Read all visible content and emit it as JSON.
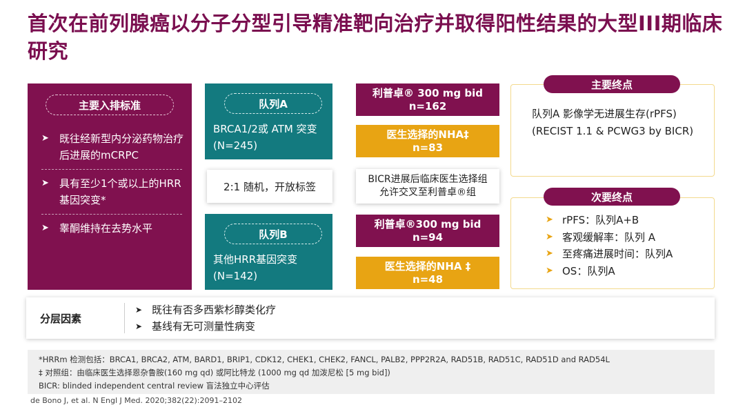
{
  "title": "首次在前列腺癌以分子分型引导精准靶向治疗并取得阳性结果的大型III期临床研究",
  "criteria": {
    "heading": "主要入排标准",
    "items": [
      "既往经新型内分泌药物治疗后进展的mCRPC",
      "具有至少1个或以上的HRR基因突变*",
      "睾酮维持在去势水平"
    ]
  },
  "cohort_a": {
    "label": "队列A",
    "line1": "BRCA1/2或 ATM 突变",
    "line2": "(N=245)"
  },
  "randomization": "2:1 随机，开放标签",
  "cohort_b": {
    "label": "队列B",
    "line1": "其他HRR基因突变",
    "line2": "(N=142)"
  },
  "arms": {
    "a_drug_line1": "利普卓® 300 mg bid",
    "a_drug_line2": "n=162",
    "a_ctrl_line1": "医生选择的NHA‡",
    "a_ctrl_line2": "n=83",
    "crossover_line1": "BICR进展后临床医生选择组",
    "crossover_line2": "允许交叉至利普卓®组",
    "b_drug_line1": "利普卓®300 mg bid",
    "b_drug_line2": "n=94",
    "b_ctrl_line1": "医生选择的NHA ‡",
    "b_ctrl_line2": "n=48"
  },
  "primary_endpoint": {
    "heading": "主要终点",
    "line1": "队列A 影像学无进展生存(rPFS)",
    "line2": "(RECIST 1.1 & PCWG3 by BICR)"
  },
  "secondary_endpoints": {
    "heading": "次要终点",
    "items": [
      "rPFS：队列A+B",
      "客观缓解率：队列 A",
      "至疼痛进展时间：队列A",
      "OS：队列A"
    ]
  },
  "stratification": {
    "label": "分层因素",
    "items": [
      "既往有否多西紫杉醇类化疗",
      "基线有无可测量性病变"
    ]
  },
  "footnotes": [
    "*HRRm 检测包括：BRCA1, BRCA2, ATM, BARD1, BRIP1, CDK12, CHEK1, CHEK2, FANCL, PALB2, PPP2R2A, RAD51B, RAD51C, RAD51D and RAD54L",
    "‡ 对照组：由临床医生选择恩杂鲁胺(160 mg qd) 或阿比特龙 (1000 mg qd 加泼尼松 [5 mg bid])",
    "BICR: blinded independent central review 盲法独立中心评估"
  ],
  "citation": "de Bono J, et al. N Engl J Med. 2020;382(22):2091–2102",
  "colors": {
    "maroon": "#80114f",
    "teal": "#137a7f",
    "gold": "#e8a413",
    "title": "#7a0e4f"
  },
  "icons": {
    "bullet": "triangle-arrow-icon"
  }
}
